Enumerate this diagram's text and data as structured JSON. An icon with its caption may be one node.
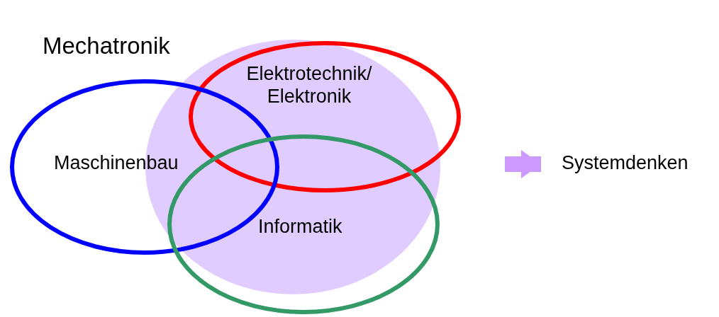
{
  "diagram": {
    "nodes": [
      {
        "text": [
          "Mechatronik"
        ]
      },
      {
        "text": [
          "Elektrotechnik/ Elektronik"
        ]
      },
      {
        "text": [
          "Maschinenbau"
        ]
      },
      {
        "text": [
          "Informatik"
        ]
      },
      {
        "text": [
          "Systemdenken"
        ]
      }
    ],
    "edges": [
      {
        "from": null,
        "to": 4,
        "arrow": "to",
        "color": "#cc99ff"
      }
    ]
  }
}
